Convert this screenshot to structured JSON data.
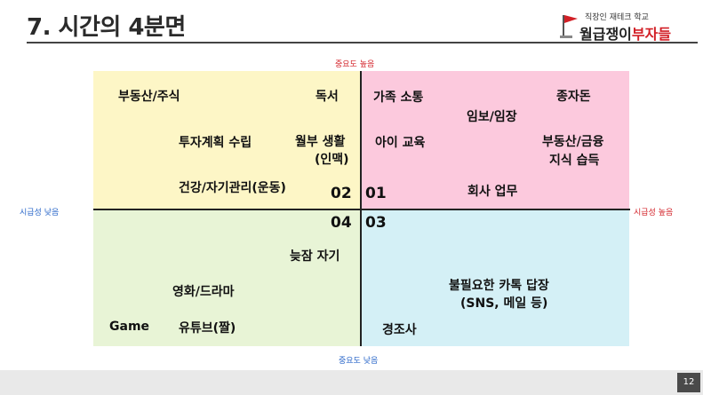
{
  "header": {
    "title": "7. 시간의 4분면",
    "logo_small": "직장인 재테크 학교",
    "logo_black": "월급쟁이",
    "logo_red": "부자들"
  },
  "axes": {
    "top": "중요도 높음",
    "bottom": "중요도 낮음",
    "left": "시급성 낮음",
    "right": "시급성 높음"
  },
  "quadrants": {
    "q02": {
      "number": "02",
      "items": [
        "부동산/주식",
        "독서",
        "투자계획 수립",
        "월부 생활",
        "(인맥)",
        "건강/자기관리(운동)"
      ]
    },
    "q01": {
      "number": "01",
      "items": [
        "가족 소통",
        "종자돈",
        "임보/임장",
        "아이 교육",
        "부동산/금융",
        "지식 습득",
        "회사 업무"
      ]
    },
    "q04": {
      "number": "04",
      "items": [
        "늦잠 자기",
        "영화/드라마",
        "Game",
        "유튜브(짤)"
      ]
    },
    "q03": {
      "number": "03",
      "items": [
        "불필요한 카톡 답장",
        "(SNS, 메일 등)",
        "경조사"
      ]
    }
  },
  "colors": {
    "q02": "#fdf6c6",
    "q01": "#fcc9dd",
    "q04": "#e8f4d6",
    "q03": "#d4f0f6",
    "accent_red": "#d21f26",
    "accent_blue": "#2a67c9"
  },
  "footer": {
    "page_number": "12"
  }
}
